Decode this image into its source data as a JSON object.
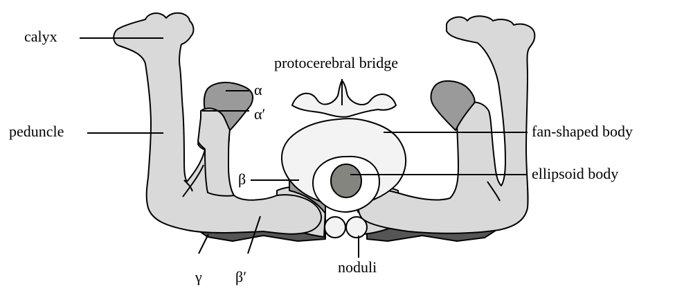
{
  "diagram": {
    "labels": {
      "calyx": "calyx",
      "peduncle": "peduncle",
      "alpha": "α",
      "alpha_prime": "α′",
      "beta": "β",
      "gamma": "γ",
      "beta_prime": "β′",
      "protocerebral_bridge": "protocerebral bridge",
      "fan_shaped_body": "fan-shaped body",
      "ellipsoid_body": "ellipsoid body",
      "noduli": "noduli"
    },
    "colors": {
      "background": "#ffffff",
      "light_region": "#d9d9d9",
      "medium_region": "#9a9a9a",
      "dark_region": "#555555",
      "ellipsoid_core": "#858580",
      "central_complex_fill": "#f3f3f3",
      "outline": "#000000"
    }
  }
}
